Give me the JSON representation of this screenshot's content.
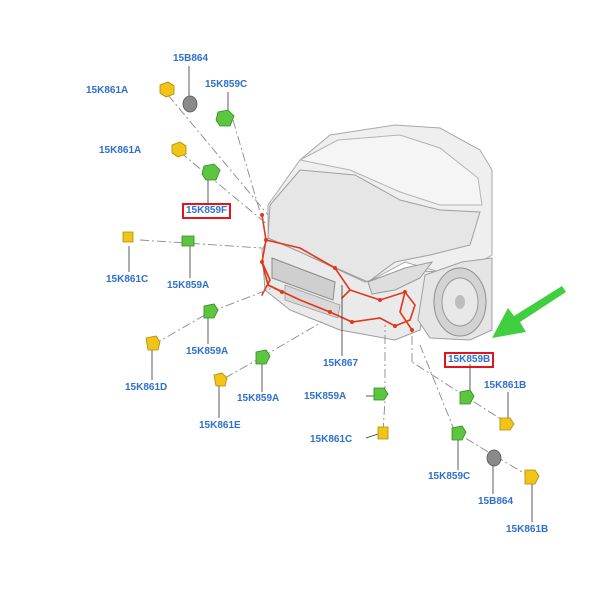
{
  "colors": {
    "label_text": "#2f6fcf",
    "highlight_box": "#e0161b",
    "wiring": "#e2361a",
    "connector_yellow": "#f2c318",
    "connector_green": "#5cc640",
    "grommet_gray": "#8a8a8a",
    "arrow_green": "#3fcf3f",
    "leader_line": "#7a7a7a"
  },
  "labels": {
    "b864_top": "15B864",
    "k861a_top": "15K861A",
    "k859c_top": "15K859C",
    "k861a_mid": "15K861A",
    "k859f": "15K859F",
    "k861c_left": "15K861C",
    "k859a_left": "15K859A",
    "k859a_lower": "15K859A",
    "k861d": "15K861D",
    "k859a_bottom": "15K859A",
    "k861e": "15K861E",
    "k867": "15K867",
    "k859a_center": "15K859A",
    "k861c_center": "15K861C",
    "k859b": "15K859B",
    "k861b_mid": "15K861B",
    "k859c_bottom": "15K859C",
    "b864_bottom": "15B864",
    "k861b_bottom": "15K861B"
  },
  "highlighted": [
    "15K859F",
    "15K859B"
  ]
}
